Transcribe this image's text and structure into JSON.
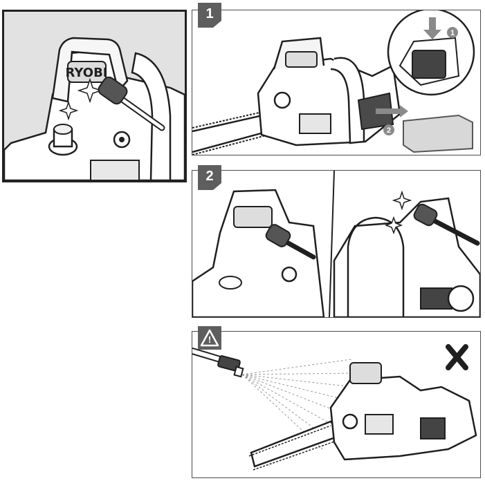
{
  "steps": {
    "step1": {
      "number": "1",
      "callouts": [
        "1",
        "2"
      ]
    },
    "step2": {
      "number": "2"
    },
    "warning": {
      "symbol": "!"
    }
  },
  "branding": {
    "logo_text": "RYOBI"
  },
  "colors": {
    "tab": "#5e5e5e",
    "outline": "#1f1f1f",
    "detail_bg": "#e2e2e2",
    "shade": "#8a8a8a"
  }
}
